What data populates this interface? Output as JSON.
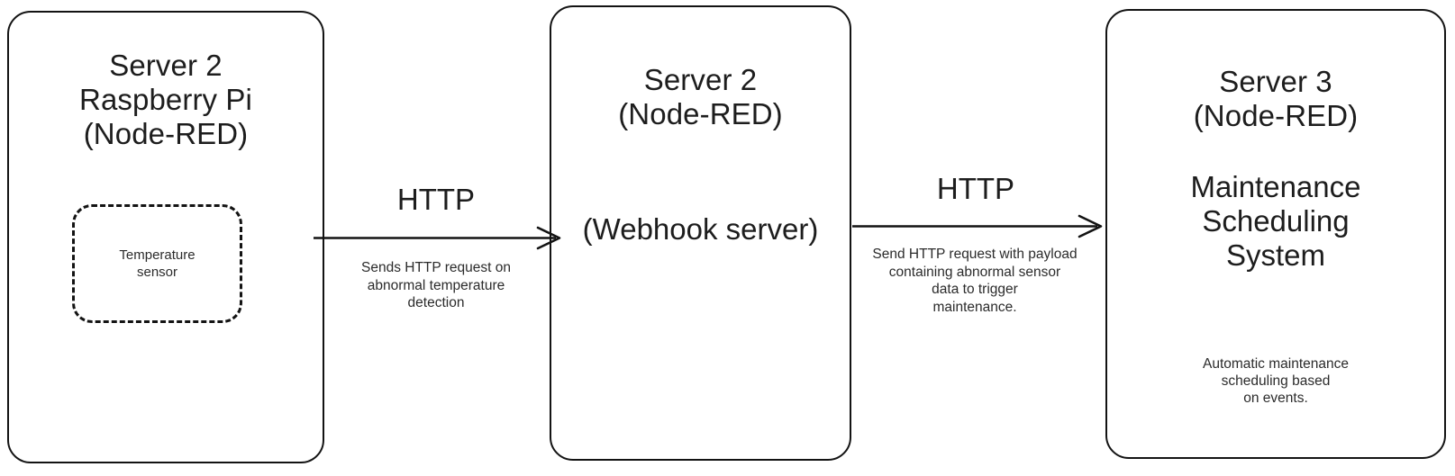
{
  "diagram": {
    "type": "flowchart",
    "direction": "left-to-right",
    "background_color": "#ffffff",
    "stroke_color": "#131313",
    "text_color": "#1d1d1d"
  },
  "nodes": [
    {
      "id": "server2-raspberry-pi",
      "title": "Server 2\nRaspberry Pi\n(Node-RED)",
      "inner": {
        "id": "temperature-sensor",
        "label": "Temperature\nsensor",
        "border_style": "dashed"
      }
    },
    {
      "id": "server2-webhook",
      "title": "Server 2\n(Node-RED)",
      "subtitle": "(Webhook server)"
    },
    {
      "id": "server3-maintenance",
      "title": "Server 3\n(Node-RED)",
      "subtitle": "Maintenance\nScheduling\nSystem",
      "caption": "Automatic maintenance\nscheduling based\non events."
    }
  ],
  "edges": [
    {
      "id": "edge-pi-to-webhook",
      "from": "server2-raspberry-pi",
      "to": "server2-webhook",
      "label": "HTTP",
      "description": "Sends HTTP request on\nabnormal temperature\ndetection"
    },
    {
      "id": "edge-webhook-to-maintenance",
      "from": "server2-webhook",
      "to": "server3-maintenance",
      "label": "HTTP",
      "description": "Send HTTP request with payload\ncontaining abnormal sensor\ndata to trigger\nmaintenance."
    }
  ]
}
